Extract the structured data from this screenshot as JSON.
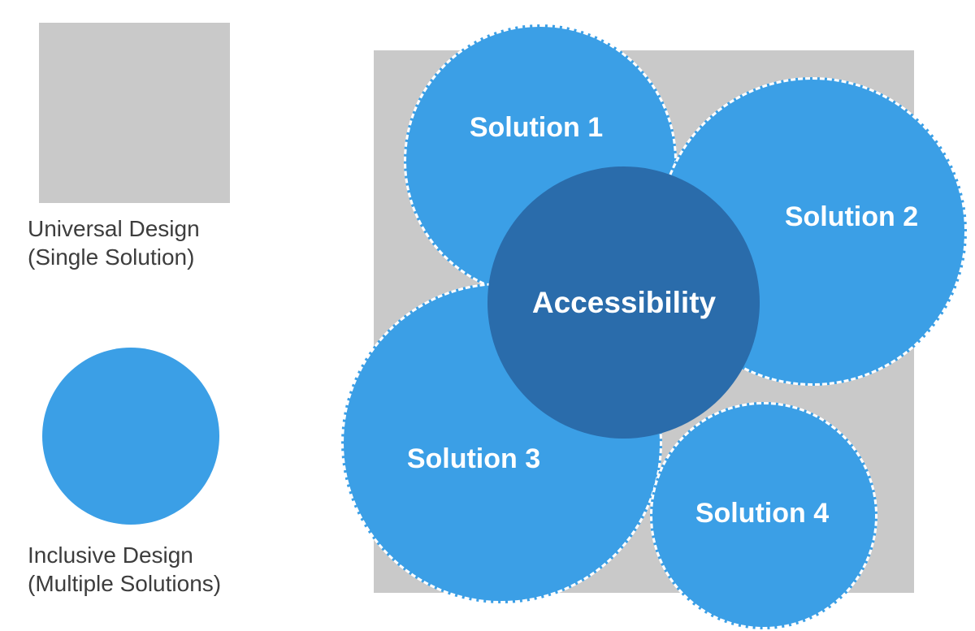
{
  "colors": {
    "background": "#ffffff",
    "gray_shape": "#c9c9c9",
    "light_blue": "#3b9fe6",
    "dark_blue": "#2a6cab",
    "legend_text": "#3d3d3d",
    "circle_text": "#ffffff"
  },
  "legend": {
    "universal": {
      "line1": "Universal Design",
      "line2": "(Single Solution)"
    },
    "inclusive": {
      "line1": "Inclusive Design",
      "line2": "(Multiple Solutions)"
    }
  },
  "diagram": {
    "center_label": "Accessibility",
    "solutions": [
      "Solution 1",
      "Solution 2",
      "Solution 3",
      "Solution 4"
    ]
  }
}
